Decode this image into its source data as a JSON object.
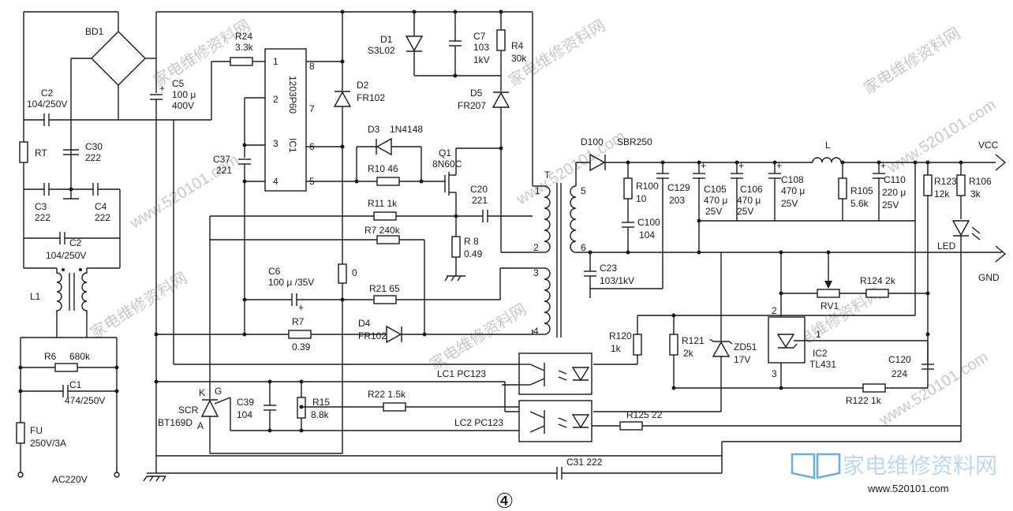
{
  "components": {
    "bd1": "BD1",
    "c2a_name": "C2",
    "c2a_val": "104/250V",
    "c5_name": "C5",
    "c5_val1": "100 μ",
    "c5_val2": "400V",
    "rt": "RT",
    "c30_name": "C30",
    "c30_val": "222",
    "c3_name": "C3",
    "c3_val": "222",
    "c4_name": "C4",
    "c4_val": "222",
    "c2b_name": "C2",
    "c2b_val": "104/250V",
    "l1": "L1",
    "r6_name": "R6",
    "r6_val": "680k",
    "c1_name": "C1",
    "c1_val": "474/250V",
    "fu_name": "FU",
    "fu_val": "250V/3A",
    "ac": "AC220V",
    "r24_name": "R24",
    "r24_val": "3.3k",
    "ic1_label": "IC1",
    "ic1_part": "1203P60",
    "pin1": "1",
    "pin2": "2",
    "pin3": "3",
    "pin4": "4",
    "pin5": "5",
    "pin6": "6",
    "pin7": "7",
    "pin8": "8",
    "c37_name": "C37",
    "c37_val": "221",
    "d2_name": "D2",
    "d2_val": "FR102",
    "d1_name": "D1",
    "d1_val": "S3L02",
    "c7_name": "C7",
    "c7_val1": "103",
    "c7_val2": "1kV",
    "r4_name": "R4",
    "r4_val": "30k",
    "d5_name": "D5",
    "d5_val": "FR207",
    "d3_name": "D3",
    "d3_val": "1N4148",
    "q1_name": "Q1",
    "q1_val": "8N60C",
    "r10": "R10  46",
    "r11": "R11  1k",
    "c20_name": "C20",
    "c20_val": "221",
    "r7a": "R7    240k",
    "r8_name": "R 8",
    "r8_val": "0.49",
    "c6": "C6",
    "c6_val": "100 μ /35V",
    "r0": "0",
    "r21": "R21  65",
    "r7b_name": "R7",
    "r7b_val": "0.39",
    "d4_name": "D4",
    "d4_val": "FR102",
    "t_name": "T",
    "t1": "1",
    "t2": "2",
    "t3": "3",
    "t4": "4",
    "t5": "5",
    "t6": "6",
    "d100_name": "D100",
    "d100_val": "SBR250",
    "r100_name": "R100",
    "r100_val": "10",
    "c129_name": "C129",
    "c129_val": "203",
    "c100_name": "C100",
    "c100_val": "104",
    "c105_name": "C105",
    "c105_val1": "470 μ",
    "c105_val2": "25V",
    "c106_name": "C106",
    "c106_val1": "470 μ",
    "c106_val2": "25V",
    "c108_name": "C108",
    "c108_val1": "470 μ",
    "c108_val2": "25V",
    "l_name": "L",
    "r105_name": "R105",
    "r105_val": "5.6k",
    "c110_name": "C110",
    "c110_val1": "220 μ",
    "c110_val2": "25V",
    "r123_name": "R123",
    "r123_val": "12k",
    "r106_name": "R106",
    "r106_val": "3k",
    "vcc": "VCC",
    "gnd": "GND",
    "led": "LED",
    "c23_name": "C23",
    "c23_val": "103/1kV",
    "rv1": "RV1",
    "r124": "R124    2k",
    "r120_name": "R120",
    "r120_val": "1k",
    "r121_name": "R121",
    "r121_val": "2k",
    "zd51_name": "ZD51",
    "zd51_val": "17V",
    "ic2_name": "IC2",
    "ic2_val": "TL431",
    "ic2_p1": "1",
    "ic2_p2": "2",
    "ic2_p3": "3",
    "c120_name": "C120",
    "c120_val": "224",
    "r122": "R122   1k",
    "lc1": "LC1  PC123",
    "lc2": "LC2  PC123",
    "scr_name": "SCR",
    "scr_val": "BT169D",
    "scr_k": "K",
    "scr_g": "G",
    "scr_a": "A",
    "c39_name": "C39",
    "c39_val": "104",
    "r15_name": "R15",
    "r15_val": "8.8k",
    "r22": "R22     1.5k",
    "r125": "R125  22",
    "c31": "C31  222",
    "fig_no": "④"
  },
  "watermark": {
    "url_text": "www.520101.com",
    "cn_text": "家电维修资料网",
    "logo_text": "家电维修资料网",
    "logo_url": "www.520101.com",
    "logo_color": "#6aaee0"
  }
}
